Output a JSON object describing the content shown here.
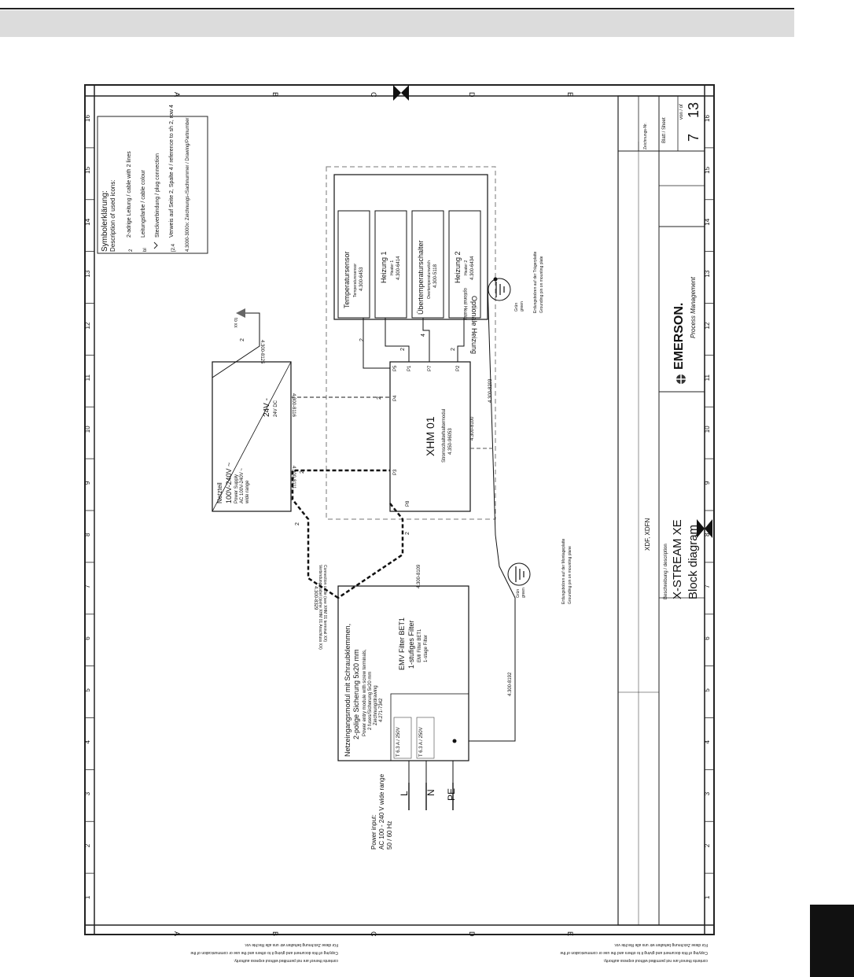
{
  "page": {},
  "border": {
    "row_letters": [
      "A",
      "B",
      "C",
      "D",
      "E"
    ],
    "col_numbers": [
      "1",
      "2",
      "3",
      "4",
      "5",
      "6",
      "7",
      "8",
      "9",
      "10",
      "11",
      "12",
      "13",
      "14",
      "15",
      "16"
    ]
  },
  "title_block": {
    "company": "EMERSON.",
    "division": "Process Management",
    "desc_label": "Beschreibung / description",
    "product": "X-STREAM XE",
    "doc_title": "Block diagram",
    "variant": "XDF, XDFN",
    "sheet_label": "Blatt / Sheet",
    "of_label": "von / of",
    "sheet": "7",
    "sheets_total": "13",
    "drawing_label": "Zeichnungs-Nr."
  },
  "legend": {
    "title": "Symbolerklärung:",
    "subtitle": "Description of used icons:",
    "items": [
      "2-adrige Leitung / cable with 2 lines",
      "Leitungsfarbe / cable colour",
      "Steckverbindung / plug connection",
      "Verweis auf Seite 2, Spalte 4 / reference to sh 2, row 4",
      "4.3000-3000x: Zeichnungs-/Sachnummer / Drawing/Partnumber"
    ],
    "symbols": [
      "2",
      "bl",
      "",
      "[2.4",
      "4.3000-3000x"
    ]
  },
  "power_input": {
    "title": "Power input:",
    "line1": "AC 100 - 240 V wide range",
    "line2": "50 / 60 Hz",
    "terminals": [
      "L",
      "N",
      "PE"
    ]
  },
  "entry_module": {
    "title": "Netzeingangsmodul mit Schraubklemmen,",
    "line2": "2-polige Sicherung 5x20 mm",
    "sub1": "Power entry module with screw terminals,",
    "sub2": "2 fuses/Sicherung 5x20 mm",
    "sub3": "Zeichnung/drawing",
    "partno": "4.271-7342",
    "fuse1": "T 6.3 A / 250V",
    "fuse2": "T 6.3 A / 250V",
    "filter1": "EMV Filter BET1",
    "filter2": "1-stufiges Filter",
    "filter3": "EMI Filter BET1",
    "filter4": "1-stage Filter"
  },
  "psu": {
    "title": "Netzteil",
    "in1": "100V-240V ~",
    "in2": "Power Supply",
    "in3": "AC 100V-240V ~",
    "in4": "wide range",
    "out1": "24V -",
    "out2": "24V DC"
  },
  "xhm": {
    "title": "XHM 01",
    "sub": "Stromschalterhaltermodul",
    "partno": "4.350-96053",
    "pins": [
      "P8",
      "P3",
      "P4",
      "P5",
      "P1",
      "P7",
      "P2"
    ]
  },
  "heater_group": {
    "title": "Optionale Heizung",
    "subtitle": "optional Heater",
    "items": [
      {
        "name": "Temperatursensor",
        "sub": "Temperaturesensor",
        "partno": "4.300-6453"
      },
      {
        "name": "Heizung 1",
        "sub": "Heater 1",
        "partno": "4.300-6414"
      },
      {
        "name": "Übertemperaturschalter",
        "sub": "Overtemperaturswitch",
        "partno": "4.300-5118"
      },
      {
        "name": "Heizung 2",
        "sub": "Heater 2",
        "partno": "4.300-6434"
      }
    ]
  },
  "cables": {
    "c1": "4.300-8192",
    "c2": "4.300-8109",
    "c3": "4.300-8329",
    "c4": "4.300-8111",
    "c5": "4.300-8116",
    "c6": "4.300-8125",
    "c7": "4.300-8100",
    "c8": "4.300-8203",
    "count_2": "2",
    "count_4": "4",
    "to_ref": "to xx",
    "connection_note1": "Verbindungskabel (siehe XHM 01 Anschluss XX)",
    "connection_note2": "Connection cable (see XHM 01 terminal XX)"
  },
  "ground": {
    "color1": "Grün",
    "color1b": "green",
    "color2": "Grün",
    "color2b": "green",
    "label1a": "Erdungsbolzen auf der Montageplatte",
    "label1b": "Grounding pin on mounting plane",
    "label2a": "Erdungsbolzen auf der Trägerplatte",
    "label2b": "Grounding pin on mounting plate"
  },
  "notes": {
    "line1": "Für diese Zeichnung behalten wir uns alle Rechte vor.",
    "line2": "Copying of this document and giving it to others and the use or communication of the",
    "line3": "contents thereof are not permitted without express authority."
  }
}
